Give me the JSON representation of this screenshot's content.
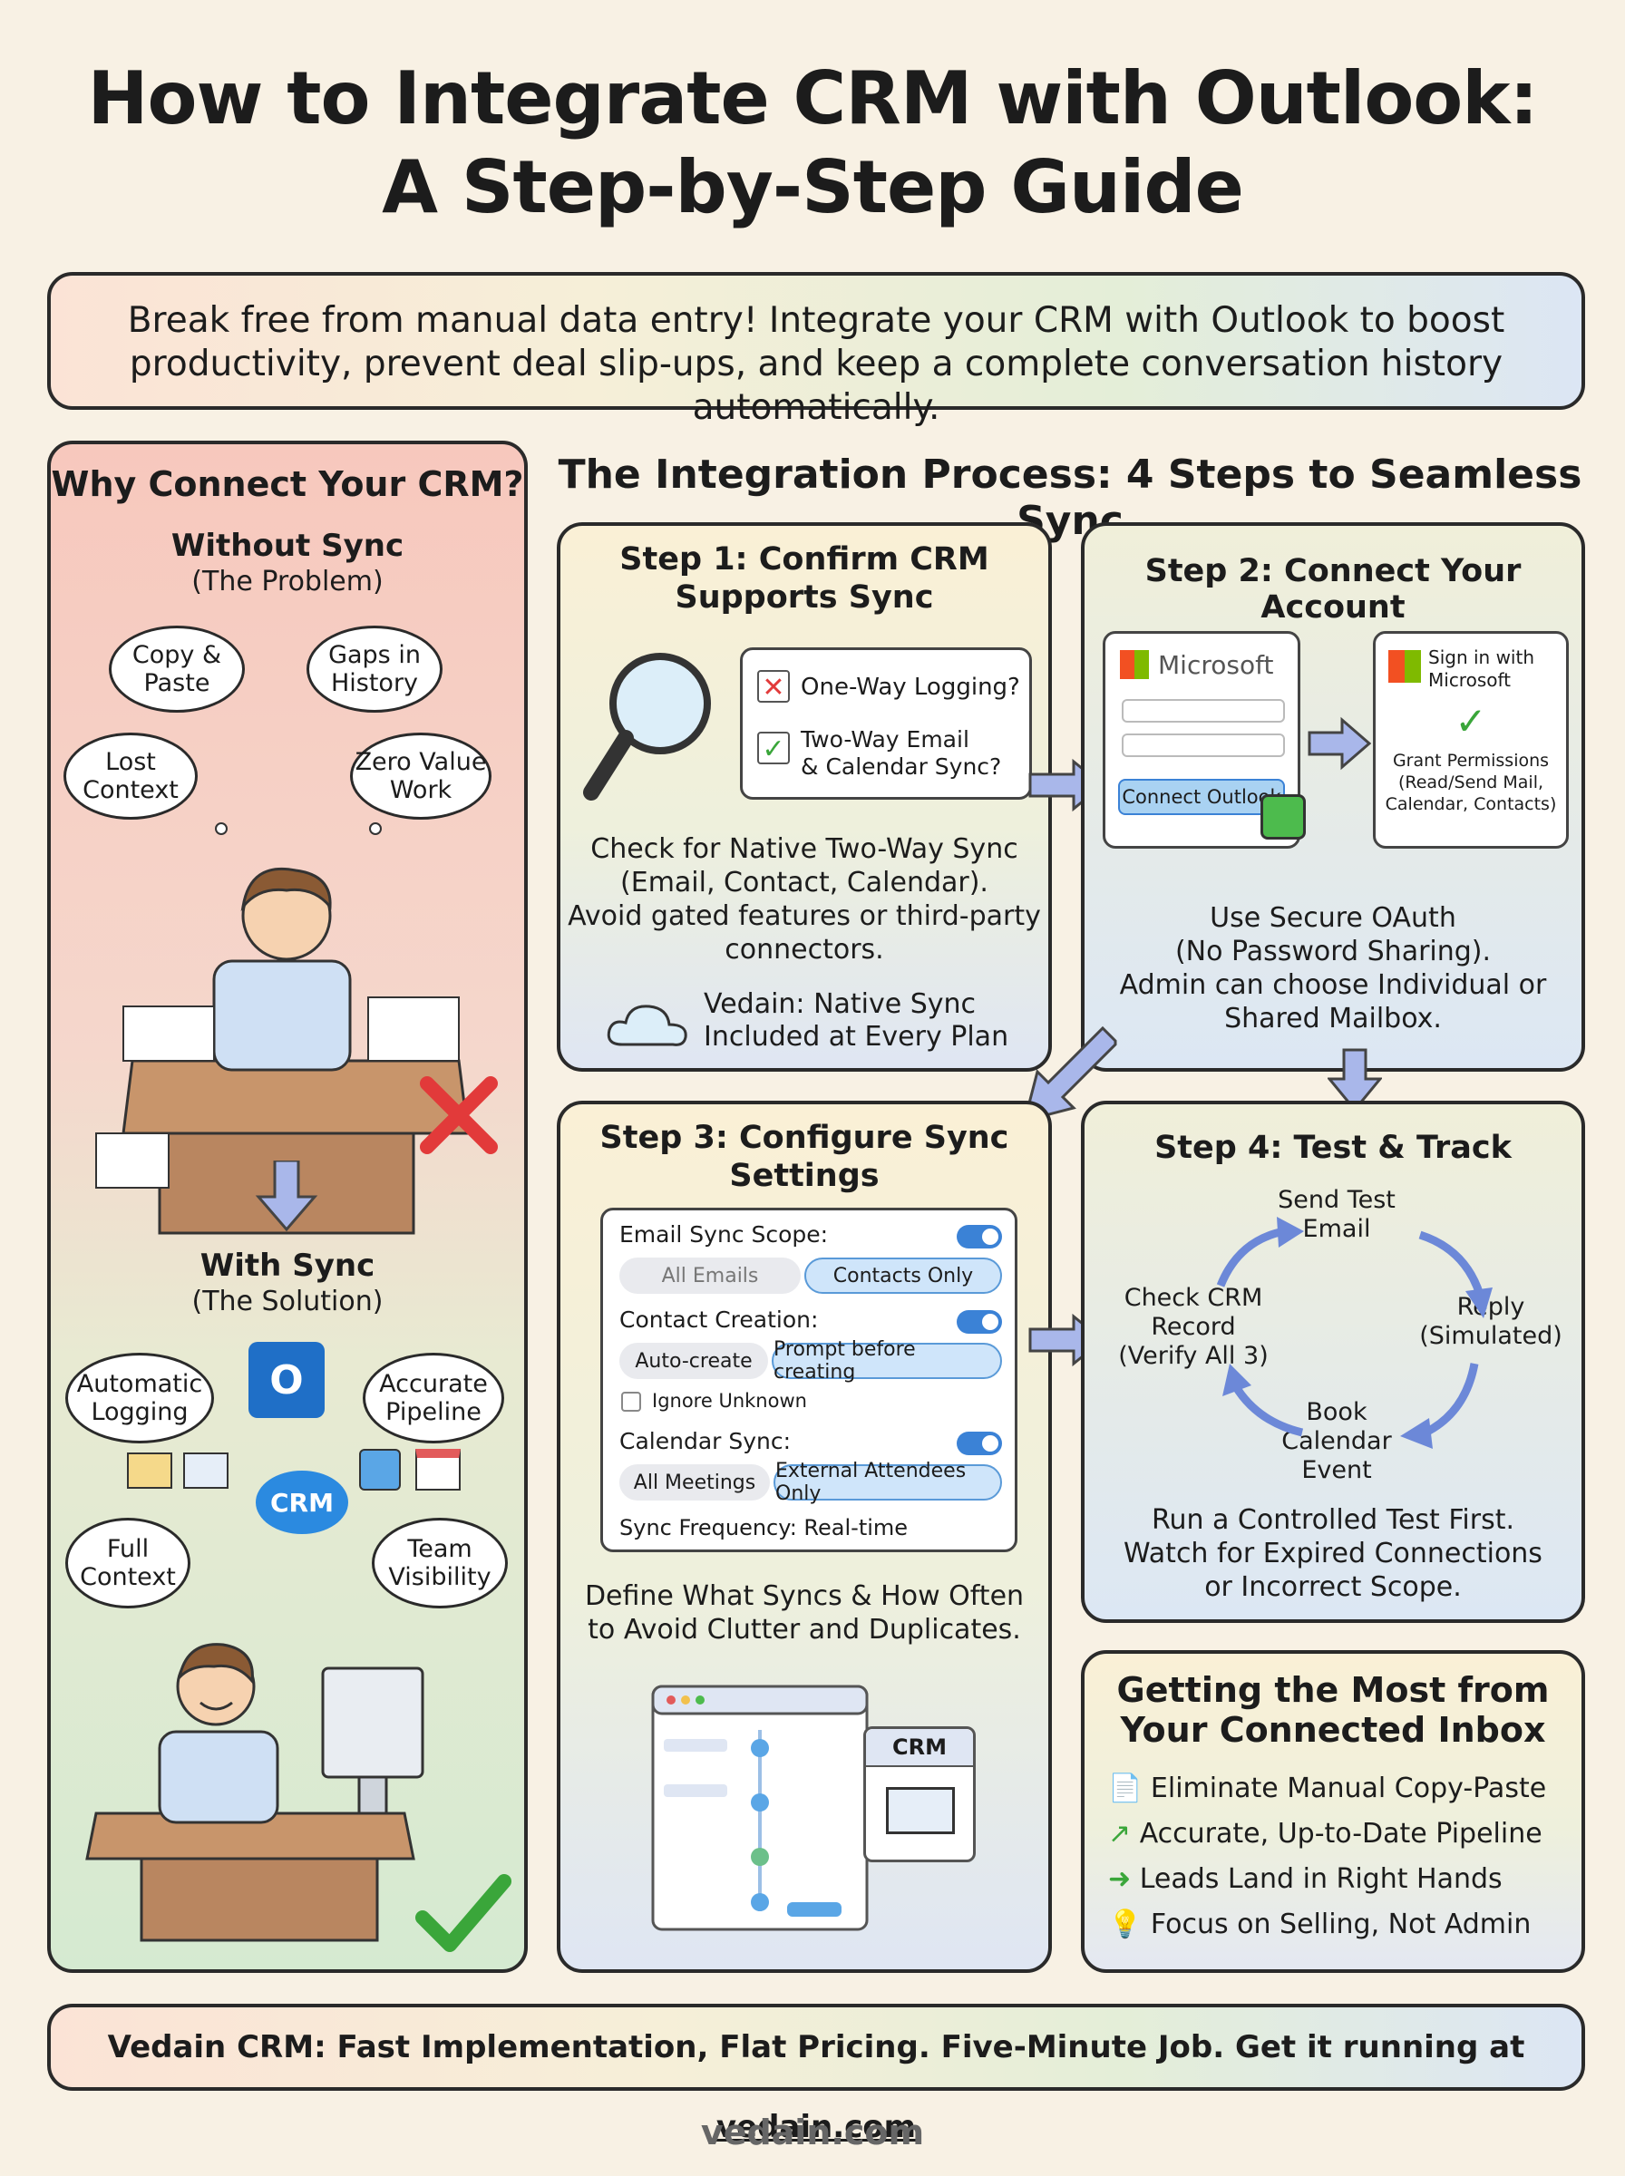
{
  "title": {
    "line1": "How to Integrate CRM with Outlook:",
    "line2": "A Step-by-Step Guide"
  },
  "intro": {
    "line1": "Break free from manual data entry! Integrate your CRM with Outlook to boost",
    "line2": "productivity, prevent deal slip-ups, and keep a complete conversation history automatically."
  },
  "why": {
    "title": "Why Connect Your CRM?",
    "without_title": "Without Sync",
    "without_sub": "(The Problem)",
    "problems": [
      "Copy & Paste",
      "Gaps in History",
      "Lost Context",
      "Zero Value Work"
    ],
    "with_title": "With Sync",
    "with_sub": "(The Solution)",
    "benefits": [
      "Automatic Logging",
      "Accurate Pipeline",
      "Full Context",
      "Team Visibility"
    ],
    "crm_label": "CRM",
    "outlook_letter": "O"
  },
  "process_title": "The Integration Process: 4 Steps to Seamless Sync",
  "step1": {
    "title_line1": "Step 1: Confirm CRM",
    "title_line2": "Supports Sync",
    "q1": "One-Way Logging?",
    "q2_line1": "Two-Way Email",
    "q2_line2": "& Calendar Sync?",
    "body": [
      "Check for Native Two-Way Sync",
      "(Email, Contact, Calendar).",
      "Avoid gated features or third-party",
      "connectors."
    ],
    "note_line1": "Vedain: Native Sync",
    "note_line2": "Included at Every Plan"
  },
  "step2": {
    "title": "Step 2: Connect Your Account",
    "ms_label": "Microsoft",
    "connect_button": "Connect Outlook",
    "signin_line1": "Sign in with",
    "signin_line2": "Microsoft",
    "grant": [
      "Grant Permissions",
      "(Read/Send Mail,",
      "Calendar, Contacts)"
    ],
    "body": [
      "Use Secure OAuth",
      "(No Password Sharing).",
      "Admin can choose Individual or",
      "Shared Mailbox."
    ]
  },
  "step3": {
    "title_line1": "Step 3: Configure Sync",
    "title_line2": "Settings",
    "email_scope_label": "Email Sync Scope:",
    "email_opt1": "All Emails",
    "email_opt2": "Contacts Only",
    "contact_label": "Contact Creation:",
    "contact_opt1": "Auto-create",
    "contact_opt2": "Prompt before creating",
    "ignore_label": "Ignore Unknown",
    "calendar_label": "Calendar Sync:",
    "cal_opt1": "All Meetings",
    "cal_opt2": "External Attendees Only",
    "frequency": "Sync Frequency: Real-time",
    "body": [
      "Define What Syncs & How Often",
      "to Avoid Clutter and Duplicates."
    ],
    "crm_label": "CRM"
  },
  "step4": {
    "title": "Step 4: Test & Track",
    "cycle": {
      "send": [
        "Send Test",
        "Email"
      ],
      "reply": [
        "Reply",
        "(Simulated)"
      ],
      "book": [
        "Book",
        "Calendar",
        "Event"
      ],
      "check": [
        "Check CRM",
        "Record",
        "(Verify All 3)"
      ]
    },
    "body": [
      "Run a Controlled Test First.",
      "Watch for Expired Connections",
      "or Incorrect Scope."
    ]
  },
  "most": {
    "title_line1": "Getting the Most from",
    "title_line2": "Your Connected Inbox",
    "items": [
      "Eliminate Manual Copy-Paste",
      "Accurate, Up-to-Date Pipeline",
      "Leads Land in Right Hands",
      "Focus on Selling, Not Admin"
    ]
  },
  "footer": {
    "text": "Vedain CRM: Fast Implementation, Flat Pricing. Five-Minute Job. Get it running at ",
    "link": "vedain.com"
  },
  "site": "vedain.com",
  "colors": {
    "accent_blue": "#3b82d6",
    "success_green": "#3aa63a",
    "error_red": "#e23a3a",
    "toggle_on": "#3b82d6"
  }
}
